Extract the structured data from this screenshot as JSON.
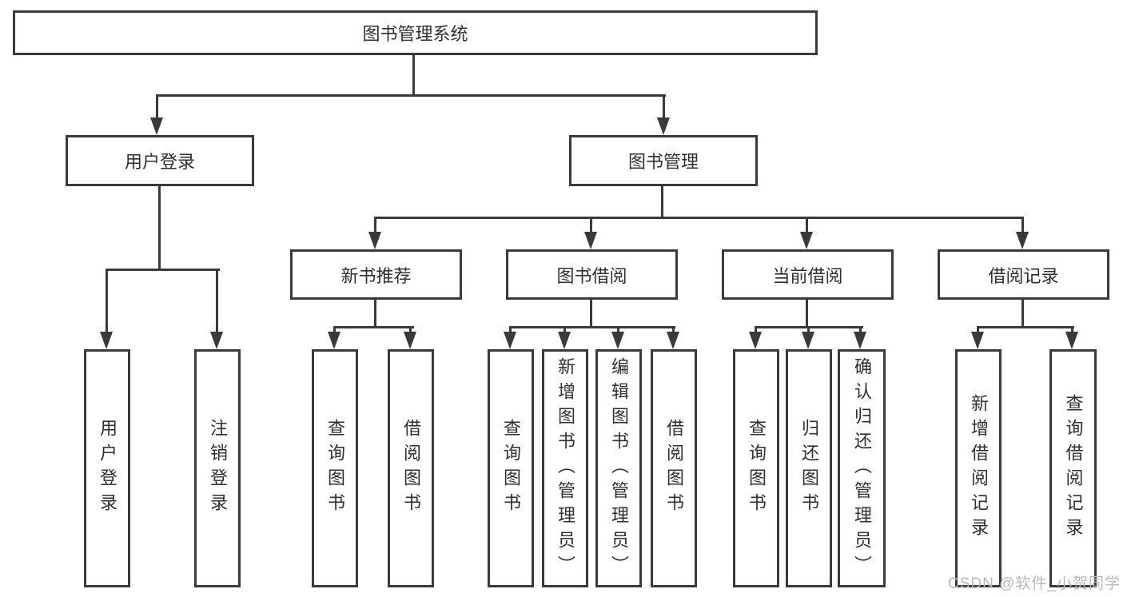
{
  "nodes": {
    "root": "图书管理系统",
    "user_login": "用户登录",
    "book_management": "图书管理",
    "new_book_recommend": "新书推荐",
    "book_borrow": "图书借阅",
    "current_borrow": "当前借阅",
    "borrow_record": "借阅记录",
    "leaf_user_login": "用户登录",
    "leaf_logout": "注销登录",
    "leaf_nbr_query": "查询图书",
    "leaf_nbr_borrow": "借阅图书",
    "leaf_bb_query": "查询图书",
    "leaf_bb_add": "新增图书（管理员）",
    "leaf_bb_edit": "编辑图书（管理员）",
    "leaf_bb_borrow": "借阅图书",
    "leaf_cb_query": "查询图书",
    "leaf_cb_return": "归还图书",
    "leaf_cb_confirm": "确认归还（管理员）",
    "leaf_br_add": "新增借阅记录",
    "leaf_br_query": "查询借阅记录"
  },
  "watermark": "CSDN @软件_小贺同学",
  "colors": {
    "line": "#3a3a3a",
    "text": "#2f2f2f",
    "watermark": "#b8b8b8",
    "background": "#ffffff"
  }
}
